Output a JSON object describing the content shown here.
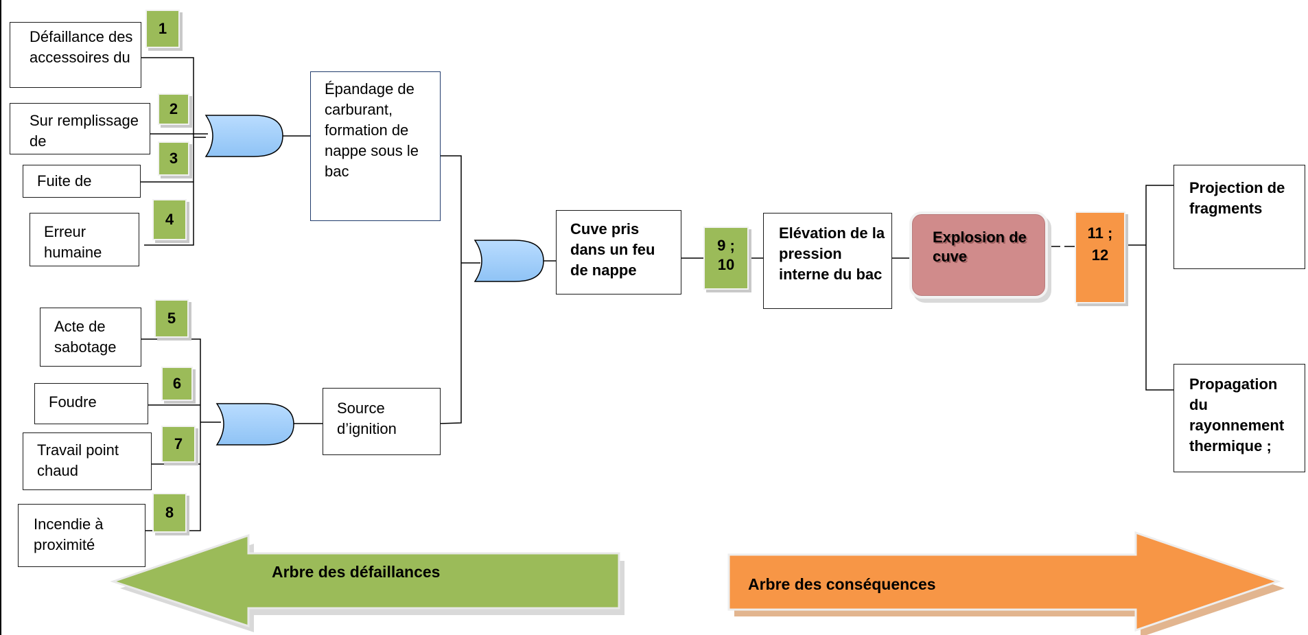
{
  "causes": [
    {
      "label": "Défaillance des accessoires du",
      "num": "1"
    },
    {
      "label": "Sur remplissage de",
      "num": "2"
    },
    {
      "label": "Fuite de",
      "num": "3"
    },
    {
      "label": "Erreur humaine",
      "num": "4"
    },
    {
      "label": "Acte de sabotage",
      "num": "5"
    },
    {
      "label": "Foudre",
      "num": "6"
    },
    {
      "label": "Travail point chaud",
      "num": "7"
    },
    {
      "label": "Incendie à proximité",
      "num": "8"
    }
  ],
  "intermediate": {
    "spill": "Épandage de carburant, formation de nappe sous le bac",
    "ignition": "Source d’ignition"
  },
  "central": {
    "pool_fire": "Cuve pris dans un feu de nappe",
    "num_9_10": "9 ; 10",
    "pressure": "Elévation de la pression interne du bac",
    "explosion": "Explosion de cuve",
    "num_11_12": "11 ; 12"
  },
  "consequences": {
    "fragments": "Projection de fragments",
    "radiation": "Propagation du rayonnement thermique ;"
  },
  "arrows": {
    "failure_tree": "Arbre des défaillances",
    "consequence_tree": "Arbre des conséquences"
  },
  "colors": {
    "green_box": "#9bbb59",
    "orange_box": "#f79646",
    "gate_blue": "#99ccff",
    "explosion_fill": "#d48a8a"
  }
}
